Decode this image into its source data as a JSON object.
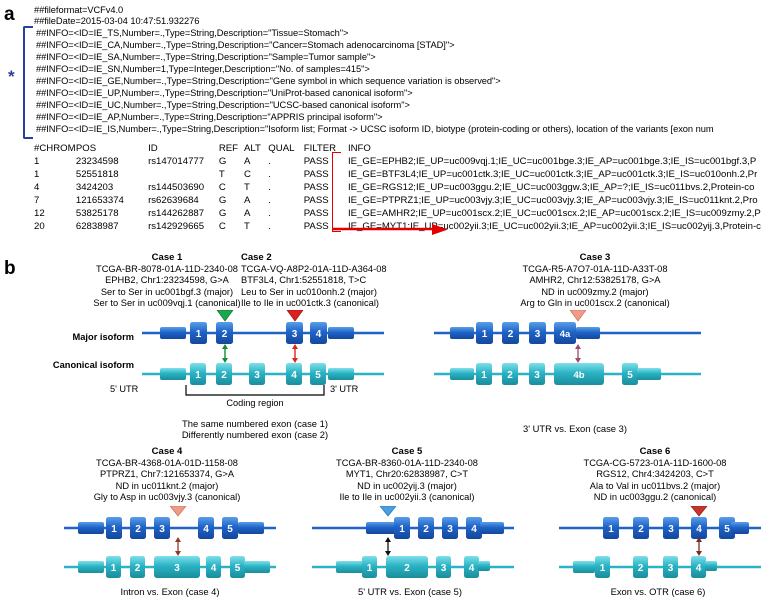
{
  "panel_a": {
    "letter": "a",
    "marker": "*",
    "header_lines": [
      "##fileformat=VCFv4.0",
      "##fileDate=2015-03-04 10:47:51.932276"
    ],
    "info_lines": [
      "##INFO=<ID=IE_TS,Number=.,Type=String,Description=\"Tissue=Stomach\">",
      "##INFO=<ID=IE_CA,Number=.,Type=String,Description=\"Cancer=Stomach adenocarcinoma [STAD]\">",
      "##INFO=<ID=IE_SA,Number=.,Type=String,Description=\"Sample=Tumor sample\">",
      "##INFO=<ID=IE_SN,Number=1,Type=Integer,Description=\"No. of samples=415\">",
      "##INFO=<ID=IE_GE,Number=.,Type=String,Description=\"Gene symbol in which sequence variation is observed\">",
      "##INFO=<ID=IE_UP,Number=.,Type=String,Description=\"UniProt-based canonical isoform\">",
      "##INFO=<ID=IE_UC,Number=.,Type=String,Description=\"UCSC-based canonical isoform\">",
      "##INFO=<ID=IE_AP,Number=.,Type=String,Description=\"APPRIS principal isoform\">",
      "##INFO=<ID=IE_IS,Number=.,Type=String,Description=\"Isoform list; Format -> UCSC isoform ID, biotype (protein-coding or others), location of the variants [exon num"
    ],
    "table": {
      "headers": [
        "#CHROM",
        "POS",
        "ID",
        "REF",
        "ALT",
        "QUAL",
        "FILTER",
        "INFO"
      ],
      "rows": [
        {
          "chrom": "1",
          "pos": "23234598",
          "id": "rs147014777",
          "ref": "G",
          "alt": "A",
          "qual": ".",
          "filter": "PASS",
          "info": "IE_GE=EPHB2;IE_UP=uc009vqj.1;IE_UC=uc001bge.3;IE_AP=uc001bge.3;IE_IS=uc001bgf.3,P"
        },
        {
          "chrom": "1",
          "pos": "52551818",
          "id": "",
          "ref": "T",
          "alt": "C",
          "qual": ".",
          "filter": "PASS",
          "info": "IE_GE=BTF3L4;IE_UP=uc001ctk.3;IE_UC=uc001ctk.3;IE_AP=uc001ctk.3;IE_IS=uc010onh.2,Pr"
        },
        {
          "chrom": "4",
          "pos": "3424203",
          "id": "rs144503690",
          "ref": "C",
          "alt": "T",
          "qual": ".",
          "filter": "PASS",
          "info": "IE_GE=RGS12;IE_UP=uc003ggu.2;IE_UC=uc003ggw.3;IE_AP=?;IE_IS=uc011bvs.2,Protein-co"
        },
        {
          "chrom": "7",
          "pos": "121653374",
          "id": "rs62639684",
          "ref": "G",
          "alt": "A",
          "qual": ".",
          "filter": "PASS",
          "info": "IE_GE=PTPRZ1;IE_UP=uc003vjy.3;IE_UC=uc003vjy.3;IE_AP=uc003vjy.3;IE_IS=uc011knt.2,Pro"
        },
        {
          "chrom": "12",
          "pos": "53825178",
          "id": "rs144262887",
          "ref": "G",
          "alt": "A",
          "qual": ".",
          "filter": "PASS",
          "info": "IE_GE=AMHR2;IE_UP=uc001scx.2;IE_UC=uc001scx.2;IE_AP=uc001scx.2;IE_IS=uc009zmy.2,P"
        },
        {
          "chrom": "20",
          "pos": "62838987",
          "id": "rs142929665",
          "ref": "C",
          "alt": "T",
          "qual": ".",
          "filter": "PASS",
          "info": "IE_GE=MYT1;IE_UP=uc002yii.3;IE_UC=uc002yii.3;IE_AP=uc002yii.3;IE_IS=uc002yij.3,Protein-c"
        }
      ]
    }
  },
  "panel_b": {
    "letter": "b",
    "axis_labels": {
      "major_isoform": "Major isoform",
      "canonical_isoform": "Canonical isoform",
      "utr5": "5' UTR",
      "utr3": "3' UTR",
      "coding_region": "Coding region"
    },
    "cases": [
      {
        "title": "Case 1",
        "lines": [
          "TCGA-BR-8078-01A-11D-2340-08",
          "EPHB2, Chr1:23234598, G>A",
          "Ser to Ser in uc001bgf.3 (major)",
          "Ser to Ser in uc009vqj.1 (canonical)"
        ]
      },
      {
        "title": "Case 2",
        "lines": [
          "TCGA-VQ-A8P2-01A-11D-A364-08",
          "BTF3L4, Chr1:52551818, T>C",
          "Leu to Ser in uc010onh.2 (major)",
          "Ile to Ile in uc001ctk.3 (canonical)"
        ]
      },
      {
        "title": "Case 3",
        "lines": [
          "TCGA-R5-A7O7-01A-11D-A33T-08",
          "AMHR2, Chr12:53825178, G>A",
          "ND in uc009zmy.2 (major)",
          "Arg to Gln in uc001scx.2 (canonical)"
        ]
      },
      {
        "title": "Case 4",
        "lines": [
          "TCGA-BR-4368-01A-01D-1158-08",
          "PTPRZ1, Chr7:121653374, G>A",
          "ND in uc011knt.2 (major)",
          "Gly to Asp in uc003vjy.3 (canonical)"
        ]
      },
      {
        "title": "Case 5",
        "lines": [
          "TCGA-BR-8360-01A-11D-2340-08",
          "MYT1, Chr20:62838987, C>T",
          "ND in uc002yij.3 (major)",
          "Ile to Ile in uc002yii.3 (canonical)"
        ]
      },
      {
        "title": "Case 6",
        "lines": [
          "TCGA-CG-5723-01A-11D-1600-08",
          "RGS12, Chr4:3424203, C>T",
          "Ala to Val in uc011bvs.2 (major)",
          "ND in uc003ggu.2 (canonical)"
        ]
      }
    ],
    "captions": {
      "case12_line1": "The same numbered exon (case 1)",
      "case12_line2": "Differently numbered exon (case 2)",
      "case3": "3' UTR vs. Exon (case 3)",
      "case4": "Intron vs. Exon (case 4)",
      "case5": "5' UTR vs. Exon (case 5)",
      "case6": "Exon vs. OTR (case 6)"
    },
    "exon_numbers": {
      "d12_major": [
        "1",
        "2",
        "3",
        "4"
      ],
      "d12_canon": [
        "1",
        "2",
        "3",
        "4",
        "5"
      ],
      "d3_major": [
        "1",
        "2",
        "3",
        "4a"
      ],
      "d3_canon": [
        "1",
        "2",
        "3",
        "4b",
        "5"
      ],
      "d4_major": [
        "1",
        "2",
        "3",
        "4",
        "5"
      ],
      "d4_canon": [
        "1",
        "2",
        "3",
        "4",
        "5"
      ],
      "d5_major": [
        "1",
        "2",
        "3",
        "4"
      ],
      "d5_canon": [
        "1",
        "2",
        "3",
        "4"
      ],
      "d6_major": [
        "1",
        "2",
        "3",
        "4",
        "5"
      ],
      "d6_canon": [
        "1",
        "2",
        "3",
        "4"
      ]
    }
  },
  "colors": {
    "major_exon": "#1f63c8",
    "canonical_exon": "#2ab3c4",
    "bracket_blue": "#2b3fa0",
    "arrow_red": "#d8241f",
    "arrow_green": "#128a3c",
    "arrow_salmon": "#e8907c",
    "line_red": "#e00000"
  }
}
